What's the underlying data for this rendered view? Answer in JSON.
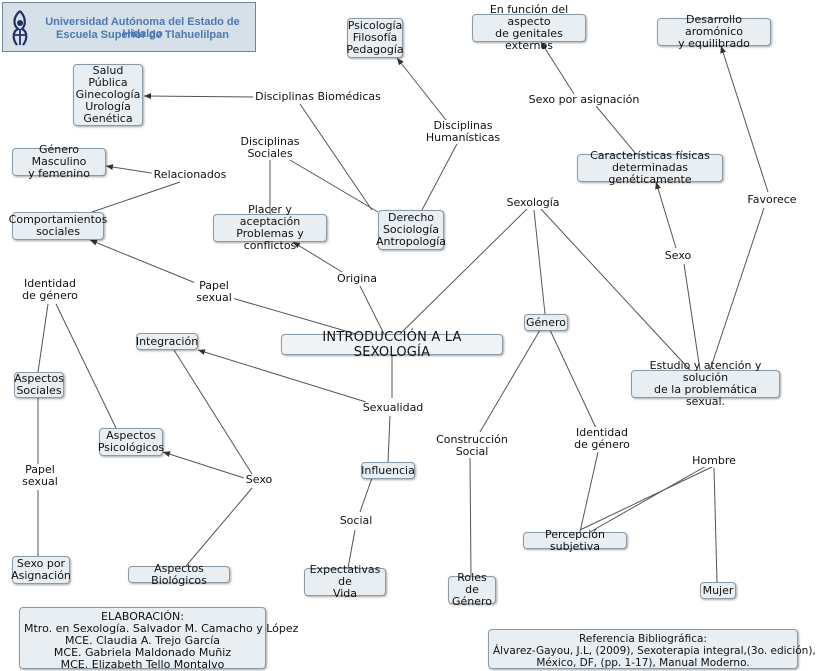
{
  "header": {
    "university": "Universidad Autónoma del Estado de Hidalgo",
    "school": "Escuela Superior de Tlahuelilpan"
  },
  "nodes": {
    "main": "INTRODUCCIÓN A LA SEXOLOGÍA",
    "salud": "Salud Pública\nGinecología\nUrología\nGenética",
    "psicologia": "Psicología\nFilosofía\nPedagogía",
    "genitales": "En función del aspecto\nde genitales externos",
    "aromonico": "Desarrollo aromónico\ny equilibrado",
    "genero_mf": "Género Masculino\ny femenino",
    "comportamientos": "Comportamientos\nsociales",
    "placer": "Placer y aceptación\nProblemas y conflictos",
    "derecho": "Derecho\nSociología\nAntropología",
    "caracteristicas": "Características físicas\ndeterminadas genéticamente",
    "integracion": "Integración",
    "genero": "Género",
    "estudio": "Estudio y atención y solución\nde la problemática sexual.",
    "aspectos_sociales": "Aspectos\nSociales",
    "aspectos_psicologicos": "Aspectos\nPsicológicos",
    "influencia": "Influencia",
    "percepcion": "Percepción subjetiva",
    "sexo_asignacion": "Sexo por\nAsignación",
    "aspectos_biologicos": "Aspectos Biológicos",
    "expectativas": "Expectativas de\nVida",
    "roles": "Roles de\nGénero",
    "mujer": "Mujer"
  },
  "labels": {
    "disc_biomedicas": "Disciplinas Biomédicas",
    "disc_humanisticas": "Disciplinas\nHumanísticas",
    "disc_sociales": "Disciplinas\nSociales",
    "relacionados": "Relacionados",
    "sexo_por_asignacion": "Sexo por asignación",
    "sexologia": "Sexología",
    "favorece": "Favorece",
    "sexo_right": "Sexo",
    "identidad_left": "Identidad\nde género",
    "papel_sexual_top": "Papel\nsexual",
    "origina": "Origina",
    "sexualidad": "Sexualidad",
    "construccion": "Construcción\nSocial",
    "identidad_right": "Identidad\nde género",
    "hombre": "Hombre",
    "papel_sexual_left": "Papel\nsexual",
    "sexo_left": "Sexo",
    "social": "Social"
  },
  "credits": {
    "title": "ELABORACIÓN:",
    "lines": [
      "Mtro. en Sexología. Salvador M. Camacho y López",
      "MCE. Claudia A. Trejo García",
      "MCE. Gabriela Maldonado Muñiz",
      "MCE. Elizabeth Tello Montalvo"
    ]
  },
  "reference": {
    "title": "Referencia Bibliográfica:",
    "lines": [
      "Álvarez-Gayou, J.L, (2009), Sexoterapia integral,(3o. edición),",
      "México, DF, (pp. 1-17), Manual Moderno."
    ]
  },
  "colors": {
    "header_text": "#4a79b3",
    "header_bg": "#d6e0e8",
    "node_bg": "#e9eef2",
    "node_border": "#8a9aa6",
    "line": "#555555"
  }
}
